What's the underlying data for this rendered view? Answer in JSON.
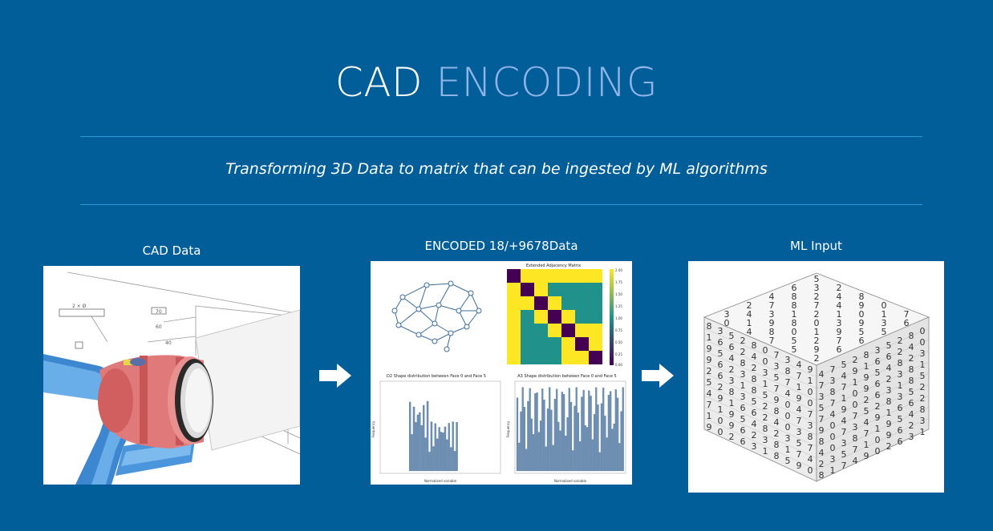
{
  "header": {
    "title_part1": "CAD",
    "title_part2": "ENCODING",
    "subtitle": "Transforming 3D Data to matrix that can be ingested by ML algorithms"
  },
  "sections": [
    {
      "label": "CAD Data"
    },
    {
      "label": "ENCODED 18/+9678Data"
    },
    {
      "label": "ML Input"
    }
  ],
  "encoded": {
    "matrix_title": "Extended Adjacency Matrix",
    "d2_title": "D2 Shape distribution between Face 0 and Face 5",
    "a3_title": "A3 Shape distribution between Face 0 and Face 5",
    "xlabel": "Normalized variable",
    "ylabel": "Frequency"
  },
  "colors": {
    "background": "#015e99",
    "accent_title": "#8fb4e8",
    "rule": "#2b9ad6",
    "part_red": "#e07a7a",
    "histogram": "#6d8fb3"
  }
}
